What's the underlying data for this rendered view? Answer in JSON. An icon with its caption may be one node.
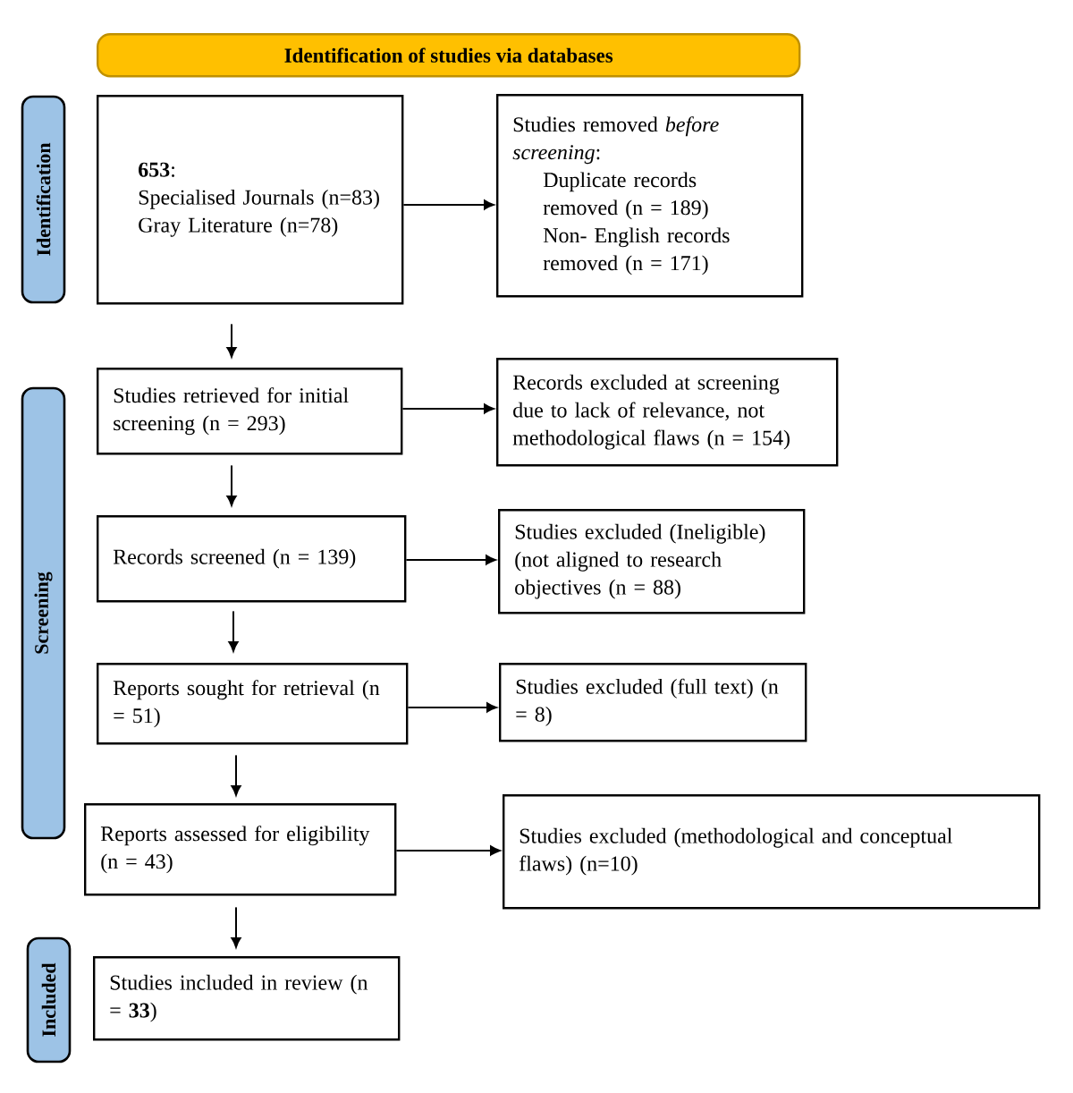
{
  "diagram": {
    "nodes": [
      {
        "text": [
          "Identification of studies via databases"
        ]
      },
      {
        "text": [
          "Identification"
        ]
      },
      {
        "text": [
          "**653**:",
          "Specialised Journals (n=83)",
          "Gray Literature (n=78)"
        ]
      },
      {
        "text": [
          "Studies removed *before screening*:",
          "Duplicate records removed (n = 189)",
          "Non- English records removed (n = 171)"
        ]
      },
      {
        "text": [
          "Screening"
        ]
      },
      {
        "text": [
          "Studies retrieved for initial screening (n = 293)"
        ]
      },
      {
        "text": [
          "Records excluded at screening due to lack of relevance, not methodological flaws (n = 154)"
        ]
      },
      {
        "text": [
          "Records screened (n = 139)"
        ]
      },
      {
        "text": [
          "Studies excluded (Ineligible) (not aligned to research objectives (n = 88)"
        ]
      },
      {
        "text": [
          "Reports sought for retrieval (n = 51)"
        ]
      },
      {
        "text": [
          "Studies excluded (full text) (n = 8)"
        ]
      },
      {
        "text": [
          "Reports assessed for eligibility (n = 43)"
        ]
      },
      {
        "text": [
          "Studies excluded (methodological and conceptual flaws) (n=10)"
        ]
      },
      {
        "text": [
          "Included"
        ]
      },
      {
        "text": [
          "Studies included in review (n = **33**)"
        ]
      }
    ],
    "edges": [
      {
        "from": 2,
        "to": 3,
        "arrow": "to"
      },
      {
        "from": 2,
        "to": 5,
        "arrow": "to"
      },
      {
        "from": 5,
        "to": 6,
        "arrow": "to"
      },
      {
        "from": 5,
        "to": 7,
        "arrow": "to"
      },
      {
        "from": 7,
        "to": 8,
        "arrow": "to"
      },
      {
        "from": 7,
        "to": 9,
        "arrow": "to"
      },
      {
        "from": 9,
        "to": 10,
        "arrow": "to"
      },
      {
        "from": 9,
        "to": 11,
        "arrow": "to"
      },
      {
        "from": 11,
        "to": 12,
        "arrow": "to"
      },
      {
        "from": 11,
        "to": 14,
        "arrow": "to"
      }
    ]
  }
}
